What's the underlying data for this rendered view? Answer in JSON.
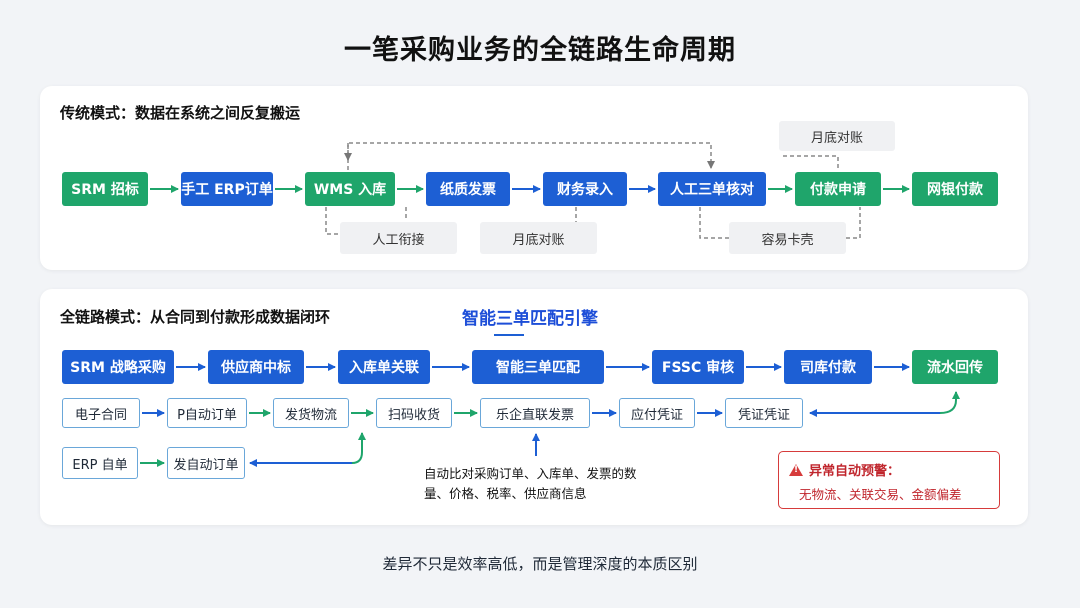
{
  "title": "一笔采购业务的全链路生命周期",
  "traditional": {
    "heading": "传统模式：数据在系统之间反复搬运",
    "nodes": [
      "SRM 招标",
      "手工 ERP订单",
      "WMS 入库",
      "纸质发票",
      "财务录入",
      "人工三单核对",
      "付款申请",
      "网银付款"
    ],
    "node_colors": [
      "green",
      "blue",
      "green",
      "blue",
      "blue",
      "blue",
      "green",
      "green"
    ],
    "labels": {
      "top_month_end": "月底对账",
      "manual_link": "人工衔接",
      "month_end": "月底对账",
      "stuck": "容易卡壳"
    }
  },
  "fullchain": {
    "heading": "全链路模式：从合同到付款形成数据闭环",
    "engine": "智能三单匹配引擎",
    "nodes": [
      "SRM 战略采购",
      "供应商中标",
      "入库单关联",
      "智能三单匹配",
      "FSSC 审核",
      "司库付款",
      "流水回传"
    ],
    "row1": [
      "电子合同",
      "P自动订单",
      "发货物流",
      "扫码收货",
      "乐企直联发票",
      "应付凭证",
      "凭证凭证"
    ],
    "row2": [
      "ERP 自单",
      "发自动订单"
    ],
    "note_lines": [
      "自动比对采购订单、入库单、发票的数",
      "量、价格、税率、供应商信息"
    ],
    "warning": {
      "title": "异常自动预警：",
      "text": "无物流、关联交易、金额偏差"
    }
  },
  "footer": "差异不只是效率高低，而是管理深度的本质区别",
  "colors": {
    "green": "#1fa56b",
    "blue": "#1d5fd4",
    "warning": "#d63b3b",
    "sub_border": "#6aa7d9"
  },
  "icons": [
    "warning-icon"
  ]
}
